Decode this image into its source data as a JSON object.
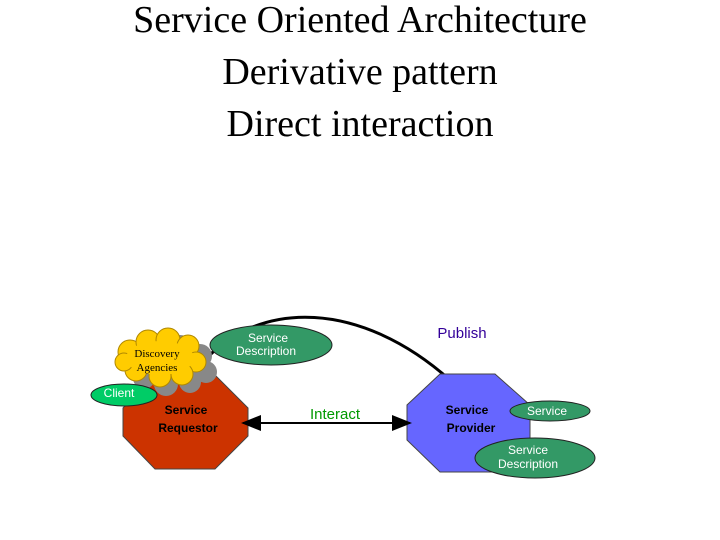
{
  "title": {
    "line1": "Service Oriented Architecture",
    "line2": "Derivative pattern",
    "line3": "Direct interaction"
  },
  "diagram": {
    "requestor": {
      "line1": "Service",
      "line2": "Requestor",
      "color": "#cc3300"
    },
    "provider": {
      "line1": "Service",
      "line2": "Provider",
      "color": "#6666ff"
    },
    "client_label": "Client",
    "discovery": {
      "line1": "Discovery",
      "line2": "Agencies",
      "color": "#ffcc00"
    },
    "requestor_description": {
      "line1": "Service",
      "line2": "Description"
    },
    "provider_service": "Service",
    "provider_description": {
      "line1": "Service",
      "line2": "Description"
    },
    "interact_label": "Interact",
    "publish_label": "Publish",
    "oval_color": "#339966",
    "interact_color": "#009900",
    "publish_color": "#330099"
  }
}
